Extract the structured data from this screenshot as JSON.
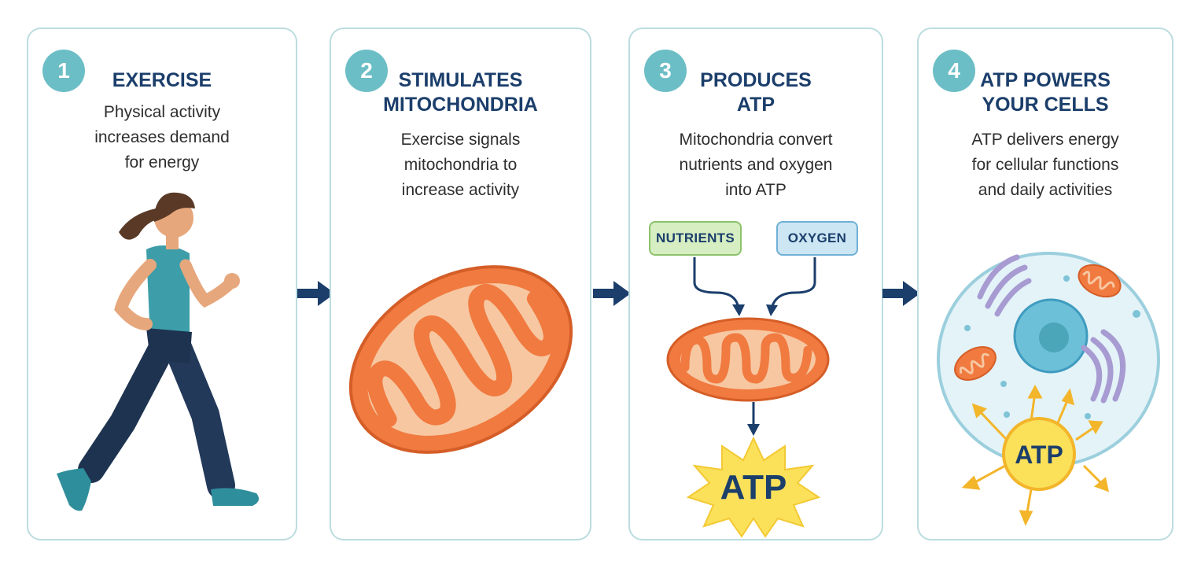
{
  "steps": [
    {
      "number": "1",
      "title": "EXERCISE",
      "description": "Physical activity\nincreases demand\nfor energy"
    },
    {
      "number": "2",
      "title": "STIMULATES\nMITOCHONDRIA",
      "description": "Exercise signals\nmitochondria to\nincrease activity"
    },
    {
      "number": "3",
      "title": "PRODUCES\nATP",
      "description": "Mitochondria convert\nnutrients and oxygen\ninto ATP"
    },
    {
      "number": "4",
      "title": "ATP POWERS\nYOUR CELLS",
      "description": "ATP delivers energy\nfor cellular functions\nand daily activities"
    }
  ],
  "inputs": {
    "nutrients": "NUTRIENTS",
    "oxygen": "OXYGEN"
  },
  "atp_burst_label": "ATP",
  "atp_cell_label": "ATP",
  "icons": [
    "runner-illustration",
    "mitochondrion-icon",
    "atp-burst-icon",
    "cell-icon",
    "arrow-right-icon"
  ],
  "colors": {
    "badge": "#6cbec6",
    "title": "#1b3e6b",
    "panel_border": "#bcdcdf",
    "mitochondria": "#f07a3f",
    "atp_yellow": "#fbe05a",
    "arrow": "#1b3e6b"
  }
}
